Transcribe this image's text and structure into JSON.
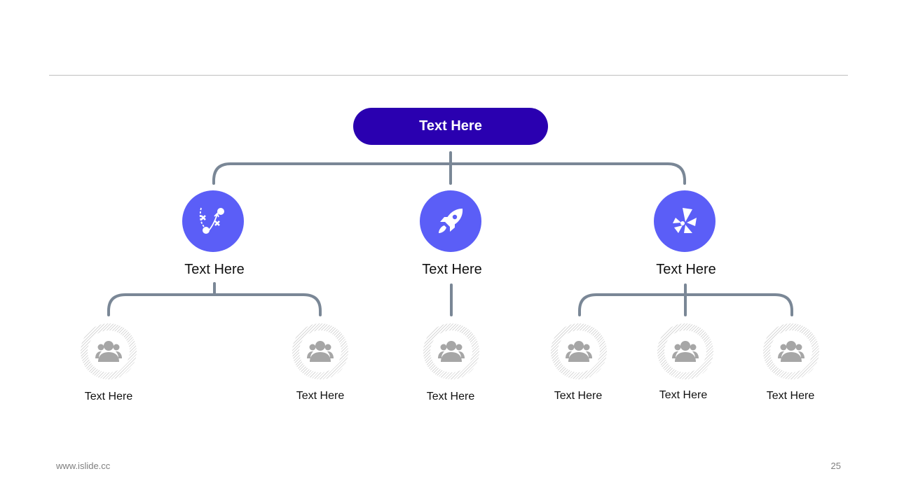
{
  "colors": {
    "root": "#2a00b0",
    "branch": "#5b5ef7",
    "connector": "#7a8796",
    "leaf_icon": "#a6a6a6"
  },
  "root": {
    "label": "Text Here"
  },
  "branches": [
    {
      "label": "Text Here",
      "icon": "strategy-play-icon"
    },
    {
      "label": "Text Here",
      "icon": "rocket-icon"
    },
    {
      "label": "Text Here",
      "icon": "pinwheel-icon"
    }
  ],
  "leaves": [
    {
      "label": "Text Here",
      "icon": "user-group-icon"
    },
    {
      "label": "Text Here",
      "icon": "user-group-icon"
    },
    {
      "label": "Text Here",
      "icon": "user-group-icon"
    },
    {
      "label": "Text Here",
      "icon": "user-group-icon"
    },
    {
      "label": "Text Here",
      "icon": "user-group-icon"
    },
    {
      "label": "Text Here",
      "icon": "user-group-icon"
    }
  ],
  "footer": {
    "url": "www.islide.cc",
    "page": "25"
  }
}
